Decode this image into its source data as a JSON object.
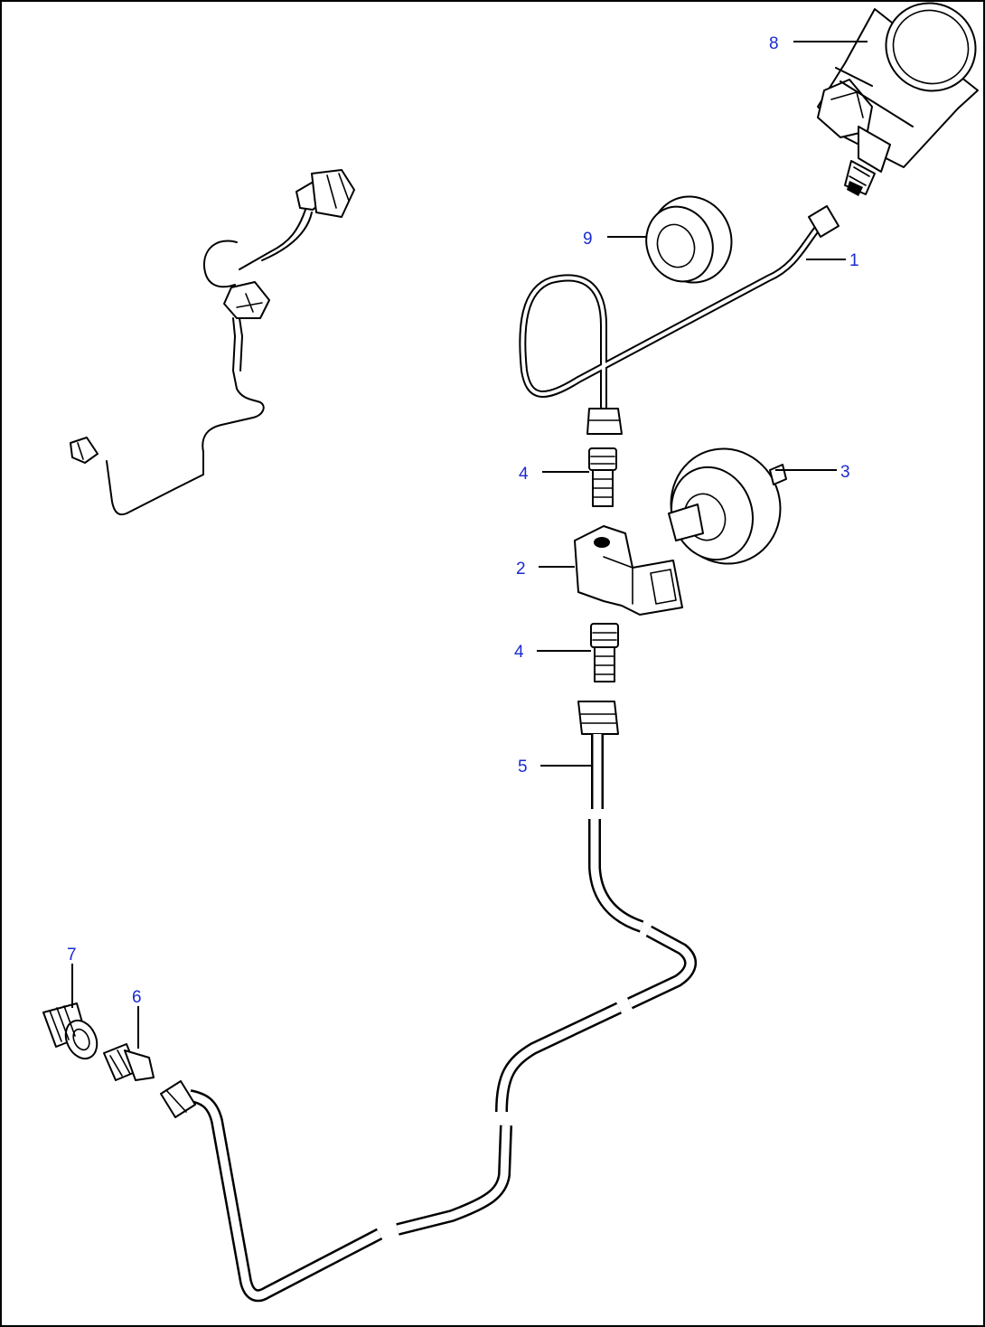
{
  "diagram": {
    "colors": {
      "line": "#000000",
      "callout_text": "#1a2bd0",
      "background": "#ffffff"
    },
    "callouts": [
      {
        "id": "1",
        "label": "1"
      },
      {
        "id": "2",
        "label": "2"
      },
      {
        "id": "3",
        "label": "3"
      },
      {
        "id": "4a",
        "label": "4"
      },
      {
        "id": "4b",
        "label": "4"
      },
      {
        "id": "5",
        "label": "5"
      },
      {
        "id": "6",
        "label": "6"
      },
      {
        "id": "7",
        "label": "7"
      },
      {
        "id": "8",
        "label": "8"
      },
      {
        "id": "9",
        "label": "9"
      }
    ]
  }
}
